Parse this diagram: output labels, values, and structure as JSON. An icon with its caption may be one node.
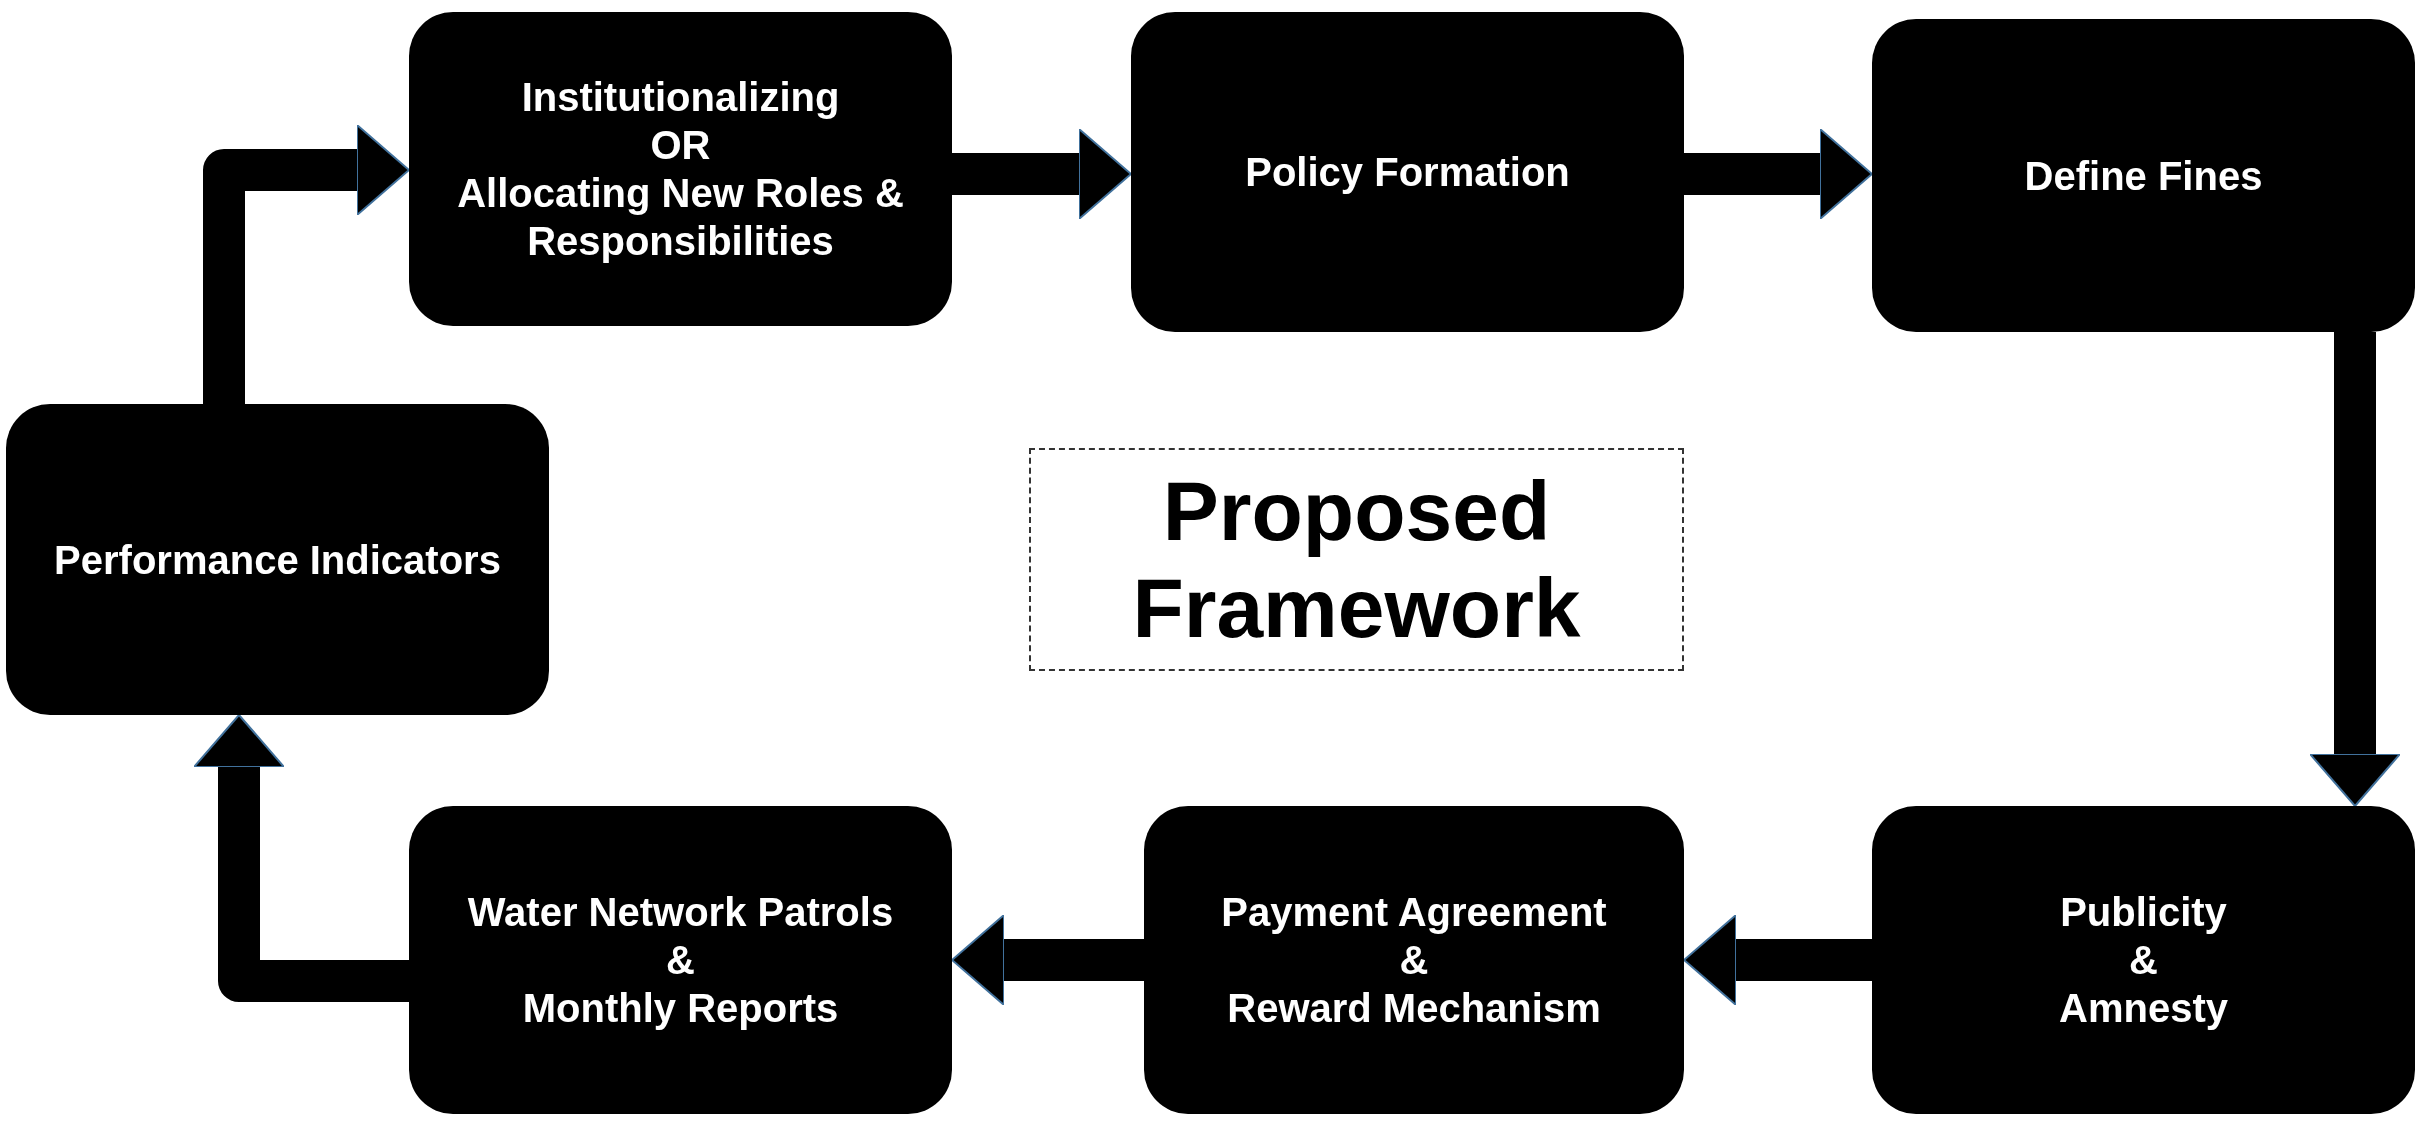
{
  "diagram": {
    "nodes": [
      {
        "text": [
          "Institutionalizing",
          "OR",
          "Allocating New Roles & Responsibilities"
        ]
      },
      {
        "text": [
          "Policy Formation"
        ]
      },
      {
        "text": [
          "Define Fines"
        ]
      },
      {
        "text": [
          "Publicity",
          "&",
          "Amnesty"
        ]
      },
      {
        "text": [
          "Payment Agreement",
          "&",
          "Reward Mechanism"
        ]
      },
      {
        "text": [
          "Water Network Patrols",
          "&",
          "Monthly Reports"
        ]
      },
      {
        "text": [
          "Performance Indicators"
        ]
      },
      {
        "text": [
          "Proposed Framework"
        ]
      }
    ],
    "edges": [
      {
        "from": 0,
        "to": 1,
        "arrow": "to"
      },
      {
        "from": 1,
        "to": 2,
        "arrow": "to"
      },
      {
        "from": 2,
        "to": 3,
        "arrow": "to"
      },
      {
        "from": 3,
        "to": 4,
        "arrow": "to"
      },
      {
        "from": 4,
        "to": 5,
        "arrow": "to"
      },
      {
        "from": 5,
        "to": 6,
        "arrow": "to"
      },
      {
        "from": 6,
        "to": 0,
        "arrow": "to"
      }
    ]
  }
}
